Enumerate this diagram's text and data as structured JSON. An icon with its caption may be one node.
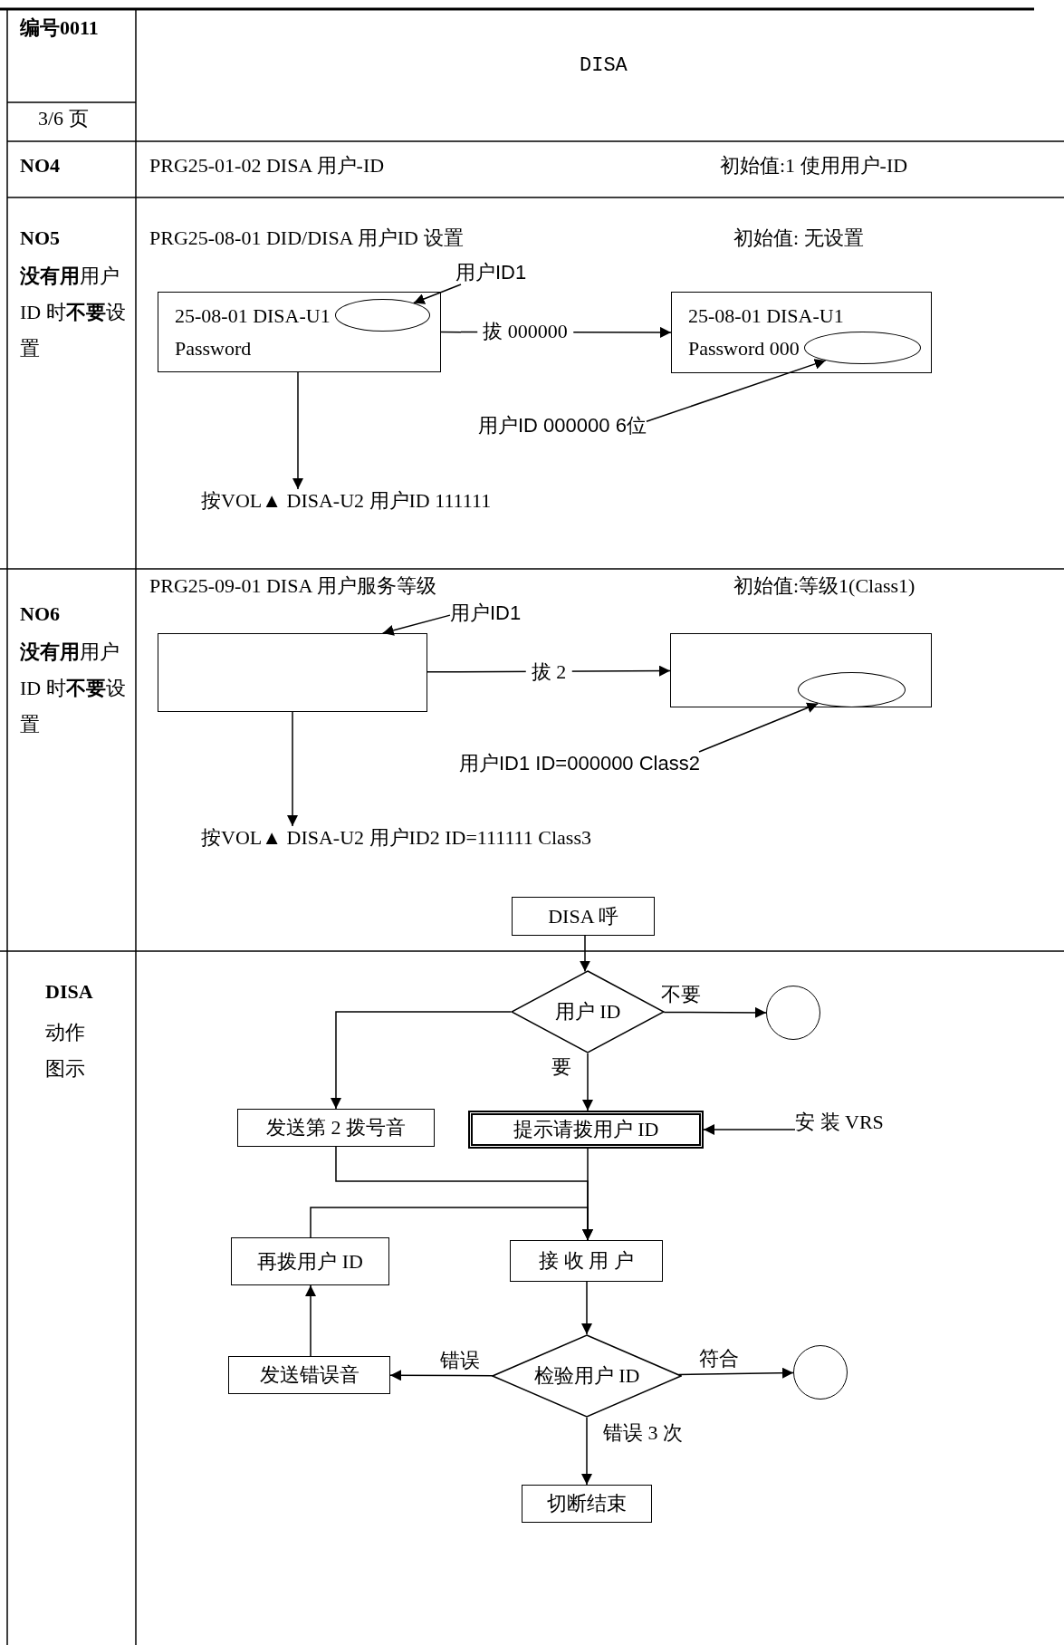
{
  "diagram": {
    "title": "DISA",
    "nodes": [
      {
        "text": [
          "25-08-01 DISA-U1",
          "Password"
        ]
      },
      {
        "text": [],
        "shape": "ellipse",
        "in": 0
      },
      {
        "text": [
          "用户ID1"
        ]
      },
      {
        "text": [
          "25-08-01 DISA-U1",
          "Password 000"
        ]
      },
      {
        "text": [],
        "shape": "ellipse",
        "in": 3
      },
      {
        "text": [
          "用户ID 000000 6位"
        ]
      },
      {
        "text": [
          "按VOL▲ DISA-U2 用户ID 111111"
        ]
      },
      {
        "text": [],
        "shape": "box"
      },
      {
        "text": [
          "用户ID1"
        ]
      },
      {
        "text": [],
        "shape": "box"
      },
      {
        "text": [],
        "shape": "ellipse",
        "in": 9
      },
      {
        "text": [
          "用户ID1 ID=000000 Class2"
        ]
      },
      {
        "text": [
          "按VOL▲ DISA-U2 用户ID2 ID=111111 Class3"
        ]
      },
      {
        "text": [
          "DISA 呼"
        ]
      },
      {
        "text": [
          "用户 ID"
        ]
      },
      {
        "text": [],
        "shape": "circle"
      },
      {
        "text": [
          "发送第 2 拨号音"
        ]
      },
      {
        "text": [
          "提示请拨用户 ID"
        ]
      },
      {
        "text": [
          "安 装 VRS"
        ]
      },
      {
        "text": [
          "接 收 用 户"
        ]
      },
      {
        "text": [
          "再拨用户 ID"
        ]
      },
      {
        "text": [
          "检验用户 ID"
        ]
      },
      {
        "text": [
          "发送错误音"
        ]
      },
      {
        "text": [],
        "shape": "circle"
      },
      {
        "text": [
          "切断结束"
        ]
      }
    ],
    "edges": [
      {
        "from": 2,
        "to": 1,
        "arrow": "to"
      },
      {
        "from": 0,
        "to": 3,
        "arrow": "to",
        "label": "拔 000000"
      },
      {
        "from": 5,
        "to": 4,
        "arrow": "to"
      },
      {
        "from": 0,
        "to": 6,
        "arrow": "to"
      },
      {
        "from": 8,
        "to": 7,
        "arrow": "to"
      },
      {
        "from": 7,
        "to": 9,
        "arrow": "to",
        "label": "拔 2"
      },
      {
        "from": 11,
        "to": 10,
        "arrow": "to"
      },
      {
        "from": 7,
        "to": 12,
        "arrow": "to"
      },
      {
        "from": 13,
        "to": 14,
        "arrow": "to"
      },
      {
        "from": 14,
        "to": 15,
        "arrow": "to",
        "label": "不要"
      },
      {
        "from": 14,
        "to": 17,
        "arrow": "to",
        "label": "要"
      },
      {
        "from": 14,
        "to": 16,
        "arrow": "to"
      },
      {
        "from": 18,
        "to": 17,
        "arrow": "to"
      },
      {
        "from": 17,
        "to": 19,
        "arrow": "to"
      },
      {
        "from": 16,
        "to": 19,
        "arrow": "to"
      },
      {
        "from": 20,
        "to": 19,
        "arrow": "to"
      },
      {
        "from": 19,
        "to": 21,
        "arrow": "to"
      },
      {
        "from": 21,
        "to": 22,
        "arrow": "to",
        "label": "错误"
      },
      {
        "from": 21,
        "to": 23,
        "arrow": "to",
        "label": "符合"
      },
      {
        "from": 21,
        "to": 24,
        "arrow": "to",
        "label": "错误 3 次"
      },
      {
        "from": 22,
        "to": 20,
        "arrow": "to"
      }
    ],
    "labels": [
      "编号0011",
      "3/6 页",
      "NO4",
      "PRG25-01-02 DISA 用户-ID",
      "初始值:1 使用用户-ID",
      "NO5",
      "**没有用**用户 ID 时**不要**设置",
      "PRG25-08-01 DID/DISA 用户ID 设置",
      "初始值: 无设置",
      "PRG25-09-01 DISA 用户服务等级",
      "初始值:等级1(Class1)",
      "NO6",
      "**没有用**用户 ID 时**不要**设置",
      "DISA",
      "动作图示"
    ]
  }
}
